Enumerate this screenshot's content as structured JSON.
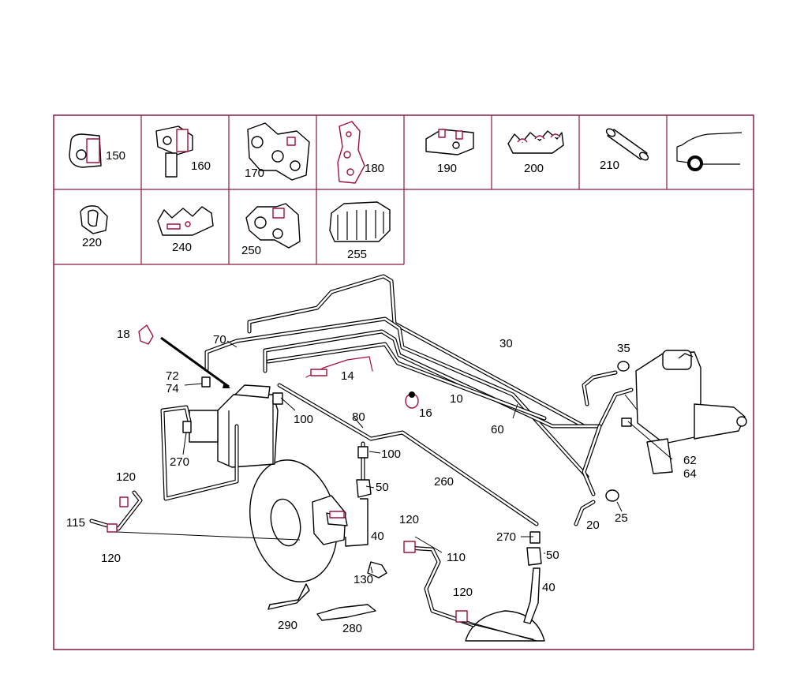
{
  "catalog_labels": {
    "p150": "150",
    "p160": "160",
    "p170": "170",
    "p180": "180",
    "p190": "190",
    "p200": "200",
    "p210": "210",
    "p220": "220",
    "p240": "240",
    "p250": "250",
    "p255": "255"
  },
  "callouts": {
    "c18": "18",
    "c70": "70",
    "c30": "30",
    "c35": "35",
    "c72": "72",
    "c74": "74",
    "c14": "14",
    "c10": "10",
    "c16": "16",
    "c100a": "100",
    "c80": "80",
    "c60": "60",
    "c270a": "270",
    "c100b": "100",
    "c62": "62",
    "c64": "64",
    "c120a": "120",
    "c50a": "50",
    "c260": "260",
    "c115": "115",
    "c120b": "120",
    "c40a": "40",
    "c120c": "120",
    "c270b": "270",
    "c50b": "50",
    "c110": "110",
    "c20": "20",
    "c25": "25",
    "c130": "130",
    "c40b": "40",
    "c120d": "120",
    "c290": "290",
    "c280": "280"
  },
  "colors": {
    "frame": "#8b1a3a",
    "accent": "#a0103a",
    "ink": "#000000"
  }
}
